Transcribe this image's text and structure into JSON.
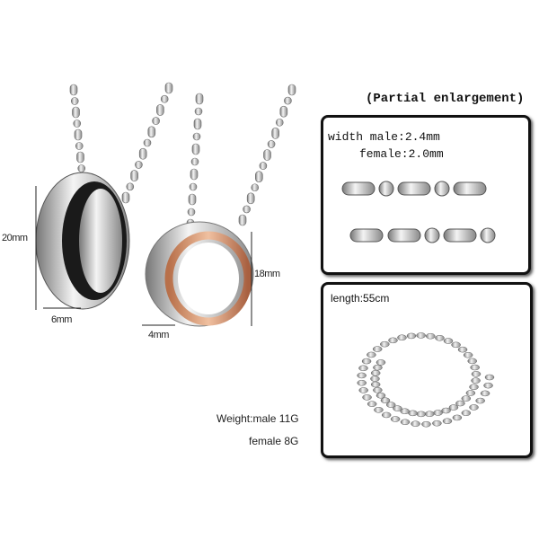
{
  "header": {
    "title": "(Partial enlargement)"
  },
  "width_panel": {
    "line1": "width male:2.4mm",
    "line2": "female:2.0mm"
  },
  "length_panel": {
    "label": "length:55cm"
  },
  "dimensions": {
    "male_height": "20mm",
    "male_width": "6mm",
    "female_height": "18mm",
    "female_width": "4mm"
  },
  "weight": {
    "male": "Weight:male 11G",
    "female": "female 8G"
  },
  "colors": {
    "steel": "#c8c8c8",
    "rose_gold": "#d9956e",
    "black": "#1a1a1a"
  }
}
